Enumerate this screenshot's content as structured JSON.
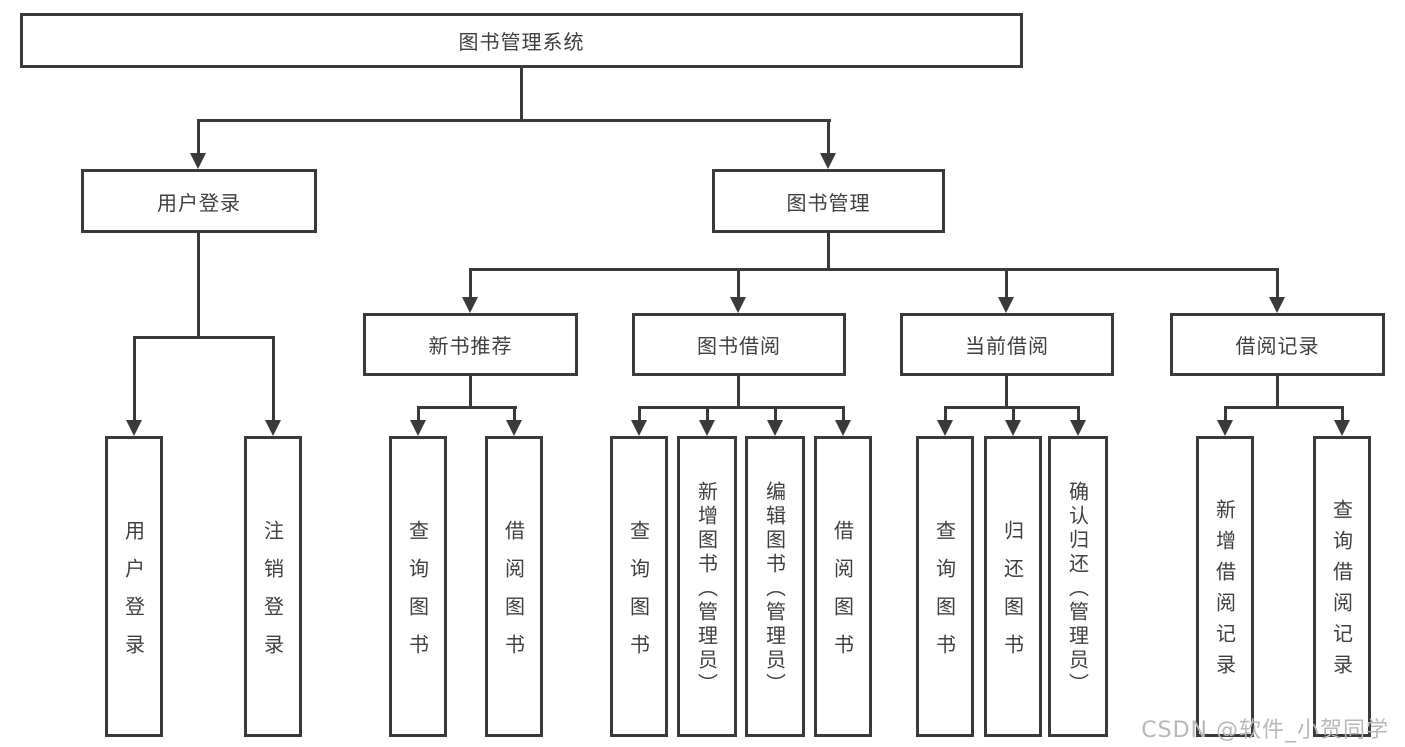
{
  "watermark": "CSDN @软件_小贺同学",
  "colors": {
    "line": "#3a3a3a",
    "box_border": "#3a3a3a",
    "box_fill": "#ffffff",
    "text": "#3f3f3f",
    "watermark": "#b8b8b8",
    "background": "#ffffff"
  },
  "tree": {
    "root": {
      "label": "图书管理系统"
    },
    "branches": [
      {
        "label": "用户登录",
        "children": [
          {
            "label": "用户登录"
          },
          {
            "label": "注销登录"
          }
        ]
      },
      {
        "label": "图书管理",
        "sections": [
          {
            "label": "新书推荐",
            "children": [
              {
                "label": "查询图书"
              },
              {
                "label": "借阅图书"
              }
            ]
          },
          {
            "label": "图书借阅",
            "children": [
              {
                "label": "查询图书"
              },
              {
                "label": "新增图书（管理员）"
              },
              {
                "label": "编辑图书（管理员）"
              },
              {
                "label": "借阅图书"
              }
            ]
          },
          {
            "label": "当前借阅",
            "children": [
              {
                "label": "查询图书"
              },
              {
                "label": "归还图书"
              },
              {
                "label": "确认归还（管理员）"
              }
            ]
          },
          {
            "label": "借阅记录",
            "children": [
              {
                "label": "新增借阅记录"
              },
              {
                "label": "查询借阅记录"
              }
            ]
          }
        ]
      }
    ]
  }
}
